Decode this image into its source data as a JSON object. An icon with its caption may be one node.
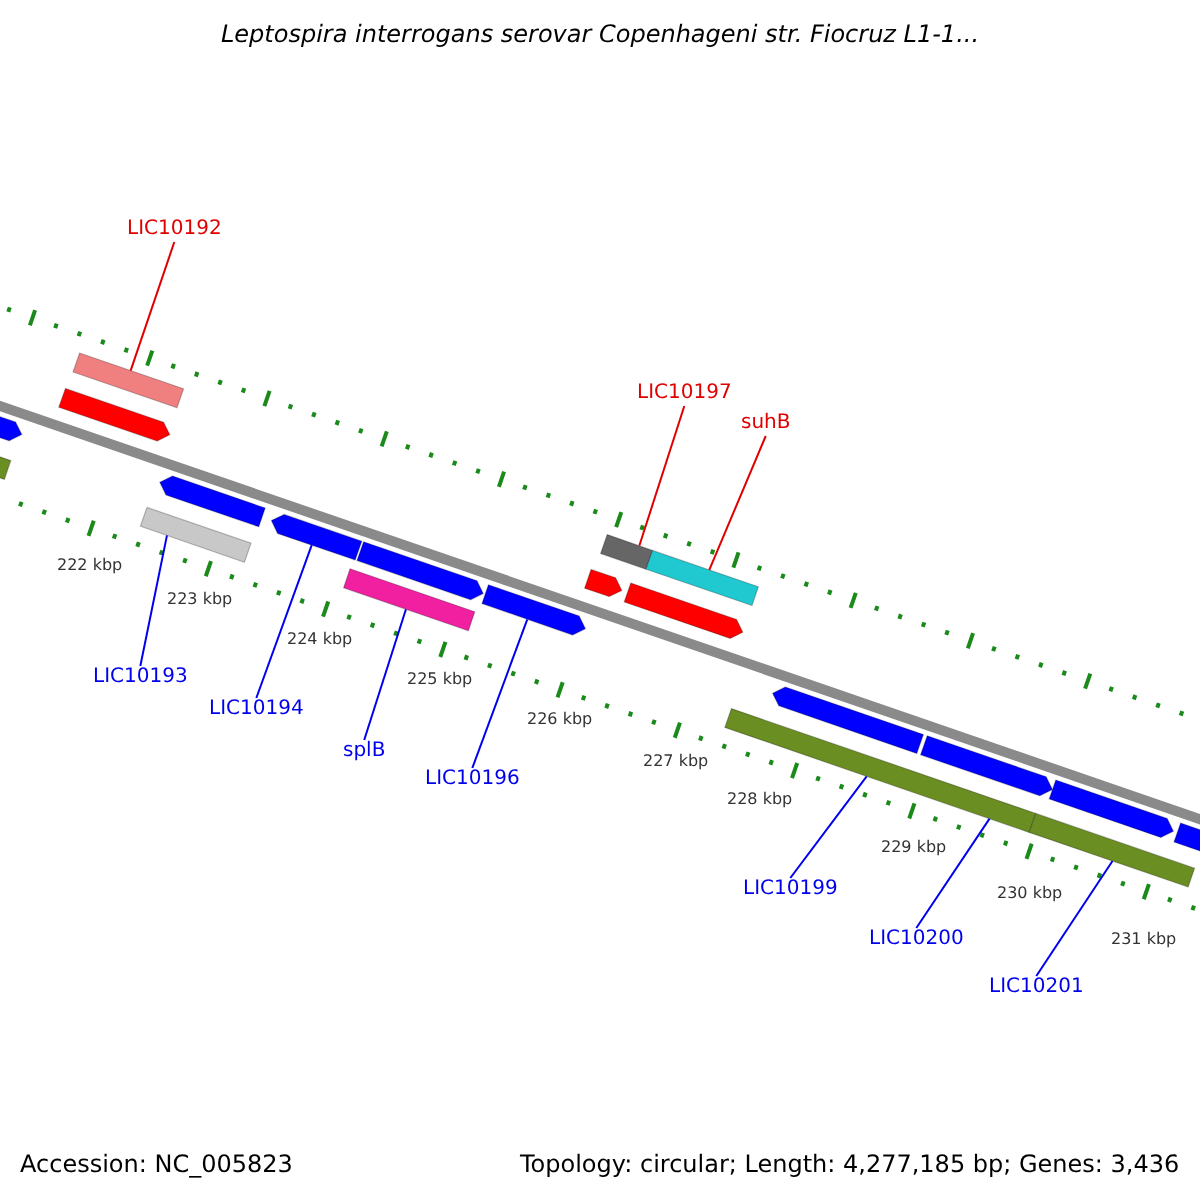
{
  "diagram": {
    "title": "Leptospira interrogans serovar Copenhageni str. Fiocruz L1-1...",
    "nodes": [
      {
        "text": [
          "LIC10192"
        ]
      },
      {
        "text": [],
        "shape": "bar"
      },
      {
        "text": [
          "LIC10197"
        ]
      },
      {
        "text": [],
        "shape": "bar"
      },
      {
        "text": [
          "suhB"
        ]
      },
      {
        "text": [],
        "shape": "bar"
      },
      {
        "text": [
          "LIC10193"
        ]
      },
      {
        "text": [],
        "shape": "bar"
      },
      {
        "text": [
          "LIC10194"
        ]
      },
      {
        "text": [],
        "shape": "bar"
      },
      {
        "text": [
          "splB"
        ]
      },
      {
        "text": [],
        "shape": "bar"
      },
      {
        "text": [
          "LIC10196"
        ]
      },
      {
        "text": [],
        "shape": "bar"
      },
      {
        "text": [
          "LIC10199"
        ]
      },
      {
        "text": [],
        "shape": "bar"
      },
      {
        "text": [
          "LIC10200"
        ]
      },
      {
        "text": [
          "LIC10201"
        ]
      },
      {
        "text": [],
        "shape": "bar"
      },
      {
        "text": [],
        "shape": "bar"
      },
      {
        "text": [],
        "shape": "bar"
      },
      {
        "text": [],
        "shape": "bar"
      },
      {
        "text": [],
        "shape": "bar"
      },
      {
        "text": [],
        "shape": "bar"
      },
      {
        "text": [],
        "shape": "bar"
      },
      {
        "text": [],
        "shape": "bar"
      },
      {
        "text": [],
        "shape": "bar"
      },
      {
        "text": [],
        "shape": "bar"
      },
      {
        "text": [],
        "shape": "bar"
      },
      {
        "text": [],
        "shape": "bar"
      }
    ],
    "edges": [
      {
        "from": 0,
        "to": 1,
        "arrow": "none",
        "color": "#e00000"
      },
      {
        "from": 2,
        "to": 3,
        "arrow": "none",
        "color": "#e00000"
      },
      {
        "from": 4,
        "to": 5,
        "arrow": "none",
        "color": "#e00000"
      },
      {
        "from": 6,
        "to": 7,
        "arrow": "none"
      },
      {
        "from": 8,
        "to": 9,
        "arrow": "none"
      },
      {
        "from": 10,
        "to": 11,
        "arrow": "none"
      },
      {
        "from": 12,
        "to": 13,
        "arrow": "none"
      },
      {
        "from": 14,
        "to": 15,
        "arrow": "none"
      },
      {
        "from": 16,
        "to": 15,
        "arrow": "none"
      },
      {
        "from": 17,
        "to": 18,
        "arrow": "none"
      }
    ],
    "labels": [
      "222 kbp",
      "223 kbp",
      "224 kbp",
      "225 kbp",
      "226 kbp",
      "227 kbp",
      "228 kbp",
      "229 kbp",
      "230 kbp",
      "231 kbp",
      "Accession: NC_005823",
      "Topology: circular; Length: 4,277,185 bp; Genes: 3,436"
    ]
  }
}
